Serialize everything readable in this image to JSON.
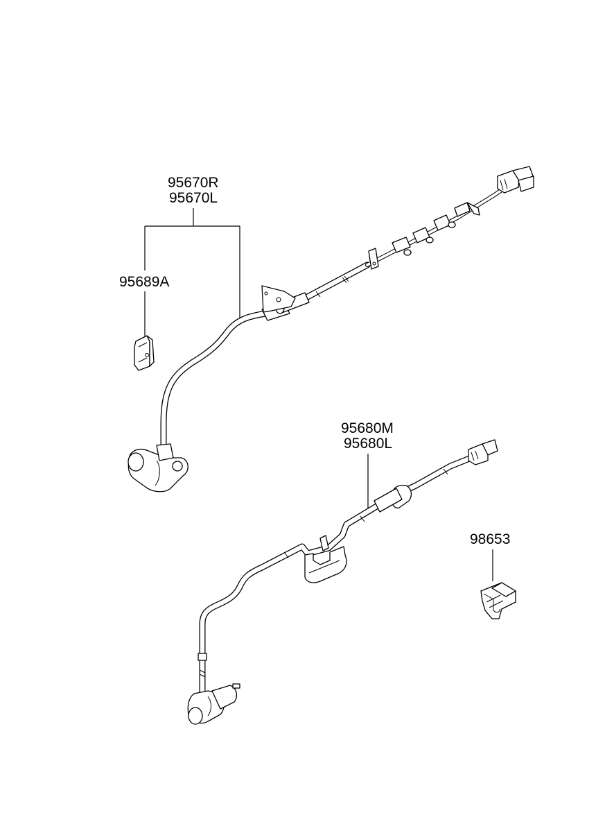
{
  "colors": {
    "line": "#000000",
    "background": "#ffffff"
  },
  "labels": {
    "front_sensor_right": "95670R",
    "front_sensor_left": "95670L",
    "bracket": "95689A",
    "rear_sensor_m": "95680M",
    "rear_sensor_left": "95680L",
    "clip": "98653"
  }
}
